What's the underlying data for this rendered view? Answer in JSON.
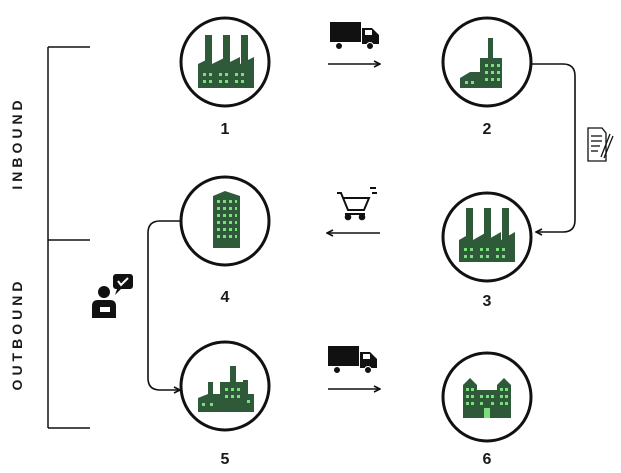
{
  "labels": {
    "inbound": "INBOUND",
    "outbound": "OUTBOUND"
  },
  "nodes": [
    {
      "number": "1",
      "icon": "factory-icon"
    },
    {
      "number": "2",
      "icon": "small-factory-icon"
    },
    {
      "number": "3",
      "icon": "factory-icon"
    },
    {
      "number": "4",
      "icon": "office-tower-icon"
    },
    {
      "number": "5",
      "icon": "industrial-plant-icon"
    },
    {
      "number": "6",
      "icon": "office-complex-icon"
    }
  ],
  "connector_icons": [
    "truck-icon",
    "document-icon",
    "shopping-cart-icon",
    "customer-service-icon",
    "truck-icon"
  ],
  "colors": {
    "icon_green": "#2e5a3a",
    "window_green": "#7be07b",
    "line": "#111111"
  }
}
